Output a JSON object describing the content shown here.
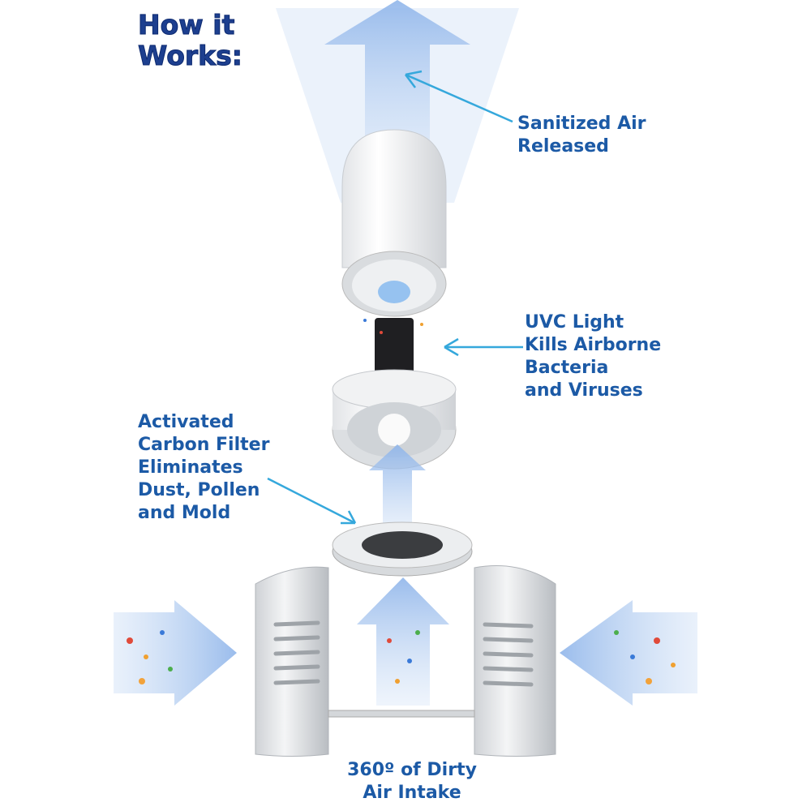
{
  "title": {
    "line1": "How it",
    "line2": "Works:"
  },
  "labels": {
    "released": {
      "line1": "Sanitized Air",
      "line2": "Released"
    },
    "uvc": {
      "line1": "UVC Light",
      "line2": "Kills Airborne",
      "line3": "Bacteria",
      "line4": "and Viruses"
    },
    "carbon": {
      "line1": "Activated",
      "line2": "Carbon Filter",
      "line3": "Eliminates",
      "line4": "Dust, Pollen",
      "line5": "and Mold"
    },
    "intake": {
      "line1": "360º of Dirty",
      "line2": "Air Intake"
    }
  },
  "colors": {
    "title": "#1d3f8f",
    "label": "#1c5aa6",
    "pointer": "#35a8dc",
    "airflow": "#a8c8ee"
  }
}
